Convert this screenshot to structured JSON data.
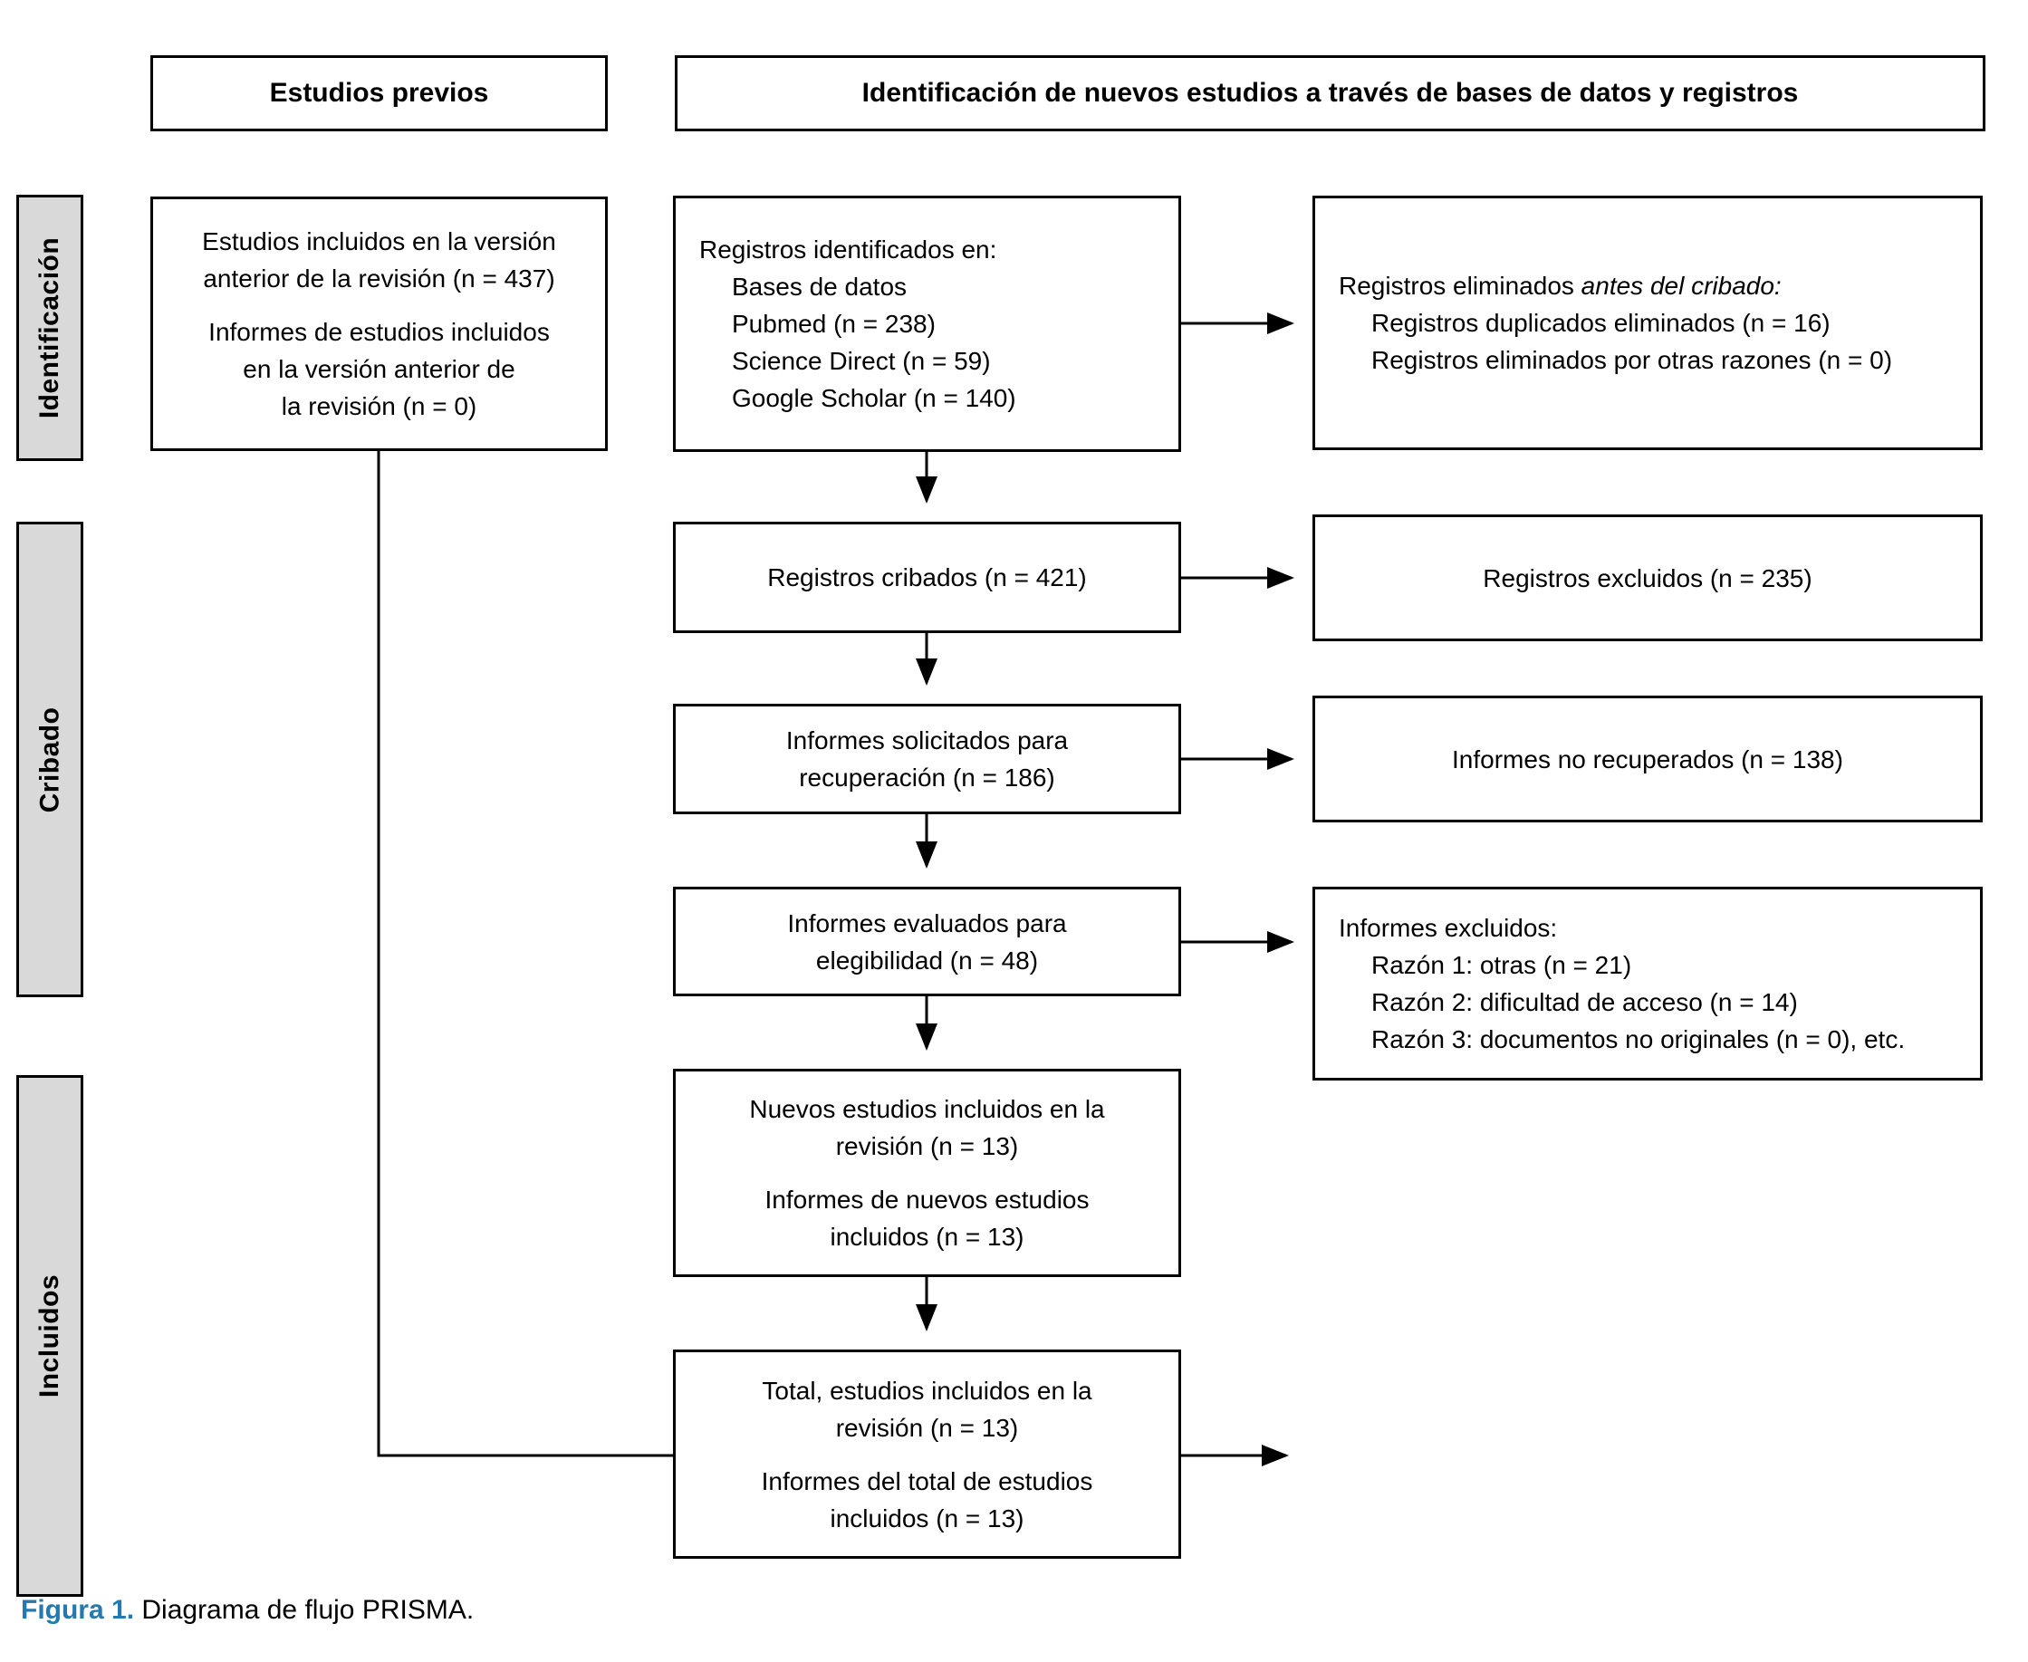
{
  "headers": {
    "previous_studies": "Estudios previos",
    "new_studies": "Identificación de nuevos estudios a través de bases de datos y registros"
  },
  "sidebar": {
    "stages": [
      {
        "label": "Identificación"
      },
      {
        "label": "Cribado"
      },
      {
        "label": "Incluidos"
      }
    ]
  },
  "boxes": {
    "previous_included": {
      "para1": "Estudios incluidos en la versión\nanterior de la revisión (n = 437)",
      "para2": "Informes de estudios incluidos\nen la versión anterior de\nla revisión (n = 0)"
    },
    "records_identified": {
      "title": "Registros identificados en:",
      "items": [
        "Bases de datos",
        "Pubmed (n = 238)",
        "Science Direct (n = 59)",
        "Google Scholar (n = 140)"
      ]
    },
    "records_removed": {
      "title_regular": "Registros eliminados ",
      "title_italic": "antes del cribado:",
      "items": [
        "Registros duplicados eliminados (n = 16)",
        "Registros eliminados por otras razones (n = 0)"
      ]
    },
    "records_screened": {
      "text": "Registros cribados (n = 421)"
    },
    "records_excluded": {
      "text": "Registros excluidos (n = 235)"
    },
    "reports_sought": {
      "text": "Informes solicitados para\nrecuperación (n = 186)"
    },
    "reports_not_retrieved": {
      "text": "Informes no recuperados (n = 138)"
    },
    "reports_assessed": {
      "text": "Informes evaluados para\nelegibilidad (n = 48)"
    },
    "reports_excluded": {
      "title": "Informes excluidos:",
      "items": [
        "Razón 1: otras (n = 21)",
        "Razón 2: dificultad de acceso (n = 14)",
        "Razón 3: documentos no originales (n = 0), etc."
      ]
    },
    "new_studies_included": {
      "para1": "Nuevos estudios incluidos en la\nrevisión (n = 13)",
      "para2": "Informes de nuevos estudios\nincluidos (n = 13)"
    },
    "total_included": {
      "para1": "Total, estudios incluidos en la\nrevisión (n = 13)",
      "para2": "Informes del total de estudios\nincluidos (n = 13)"
    }
  },
  "caption": {
    "label": "Figura 1.",
    "text": " Diagrama de flujo PRISMA."
  },
  "colors": {
    "stage_fill": "#d9d9d9",
    "caption_accent": "#2479ae",
    "line": "#000000"
  }
}
